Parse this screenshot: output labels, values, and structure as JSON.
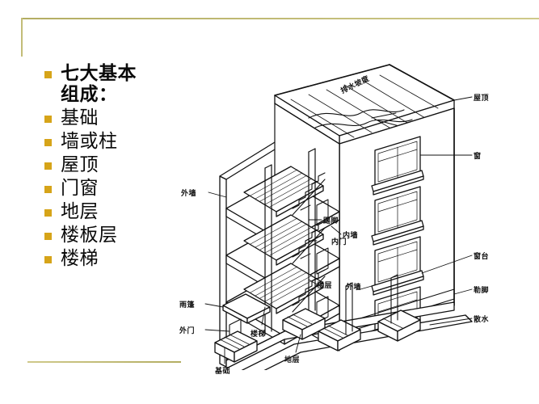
{
  "slide": {
    "background_color": "#ffffff",
    "accent_color": "#d6a419",
    "rule_color": "#b3ad62"
  },
  "bullets": {
    "title": "七大基本\n组成：",
    "items": [
      "基础",
      "墙或柱",
      "屋顶",
      "门窗",
      "地层",
      "楼板层",
      "楼梯"
    ]
  },
  "diagram": {
    "name": "building-cutaway-axonometric",
    "labels": [
      {
        "id": "drainage-slope",
        "text": "排水坡度"
      },
      {
        "id": "roof",
        "text": "屋顶"
      },
      {
        "id": "window",
        "text": "窗"
      },
      {
        "id": "window-sill",
        "text": "窗台"
      },
      {
        "id": "plinth",
        "text": "勒脚"
      },
      {
        "id": "apron",
        "text": "散水"
      },
      {
        "id": "exterior-wall-upper",
        "text": "外墙"
      },
      {
        "id": "canopy",
        "text": "雨篷"
      },
      {
        "id": "exterior-door",
        "text": "外门"
      },
      {
        "id": "stairs",
        "text": "楼梯"
      },
      {
        "id": "foundation",
        "text": "基础"
      },
      {
        "id": "ground-floor",
        "text": "地层"
      },
      {
        "id": "skirting",
        "text": "踢脚"
      },
      {
        "id": "interior-door",
        "text": "内门"
      },
      {
        "id": "interior-wall",
        "text": "内墙"
      },
      {
        "id": "floor-level",
        "text": "楼层"
      },
      {
        "id": "exterior-wall-lower",
        "text": "外墙"
      }
    ]
  }
}
